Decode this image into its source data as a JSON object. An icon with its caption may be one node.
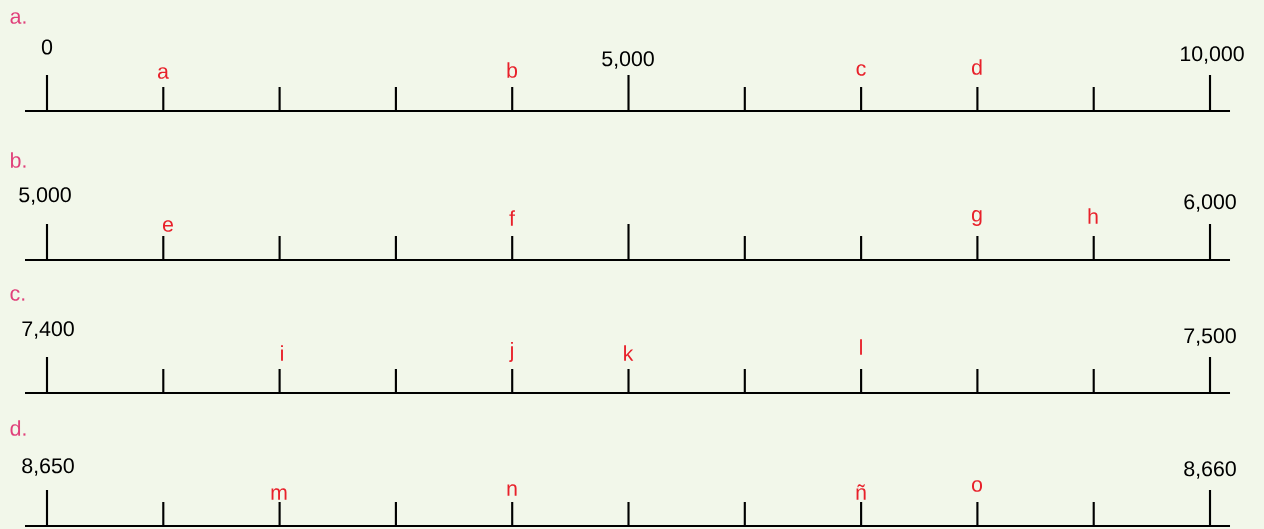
{
  "diagram": {
    "labels": [
      "a.",
      "0",
      "a",
      "b",
      "5,000",
      "c",
      "d",
      "10,000",
      "b.",
      "5,000",
      "e",
      "f",
      "g",
      "h",
      "6,000",
      "c.",
      "7,400",
      "i",
      "j",
      "k",
      "l",
      "7,500",
      "d.",
      "8,650",
      "m",
      "n",
      "ñ",
      "o",
      "8,660"
    ]
  }
}
